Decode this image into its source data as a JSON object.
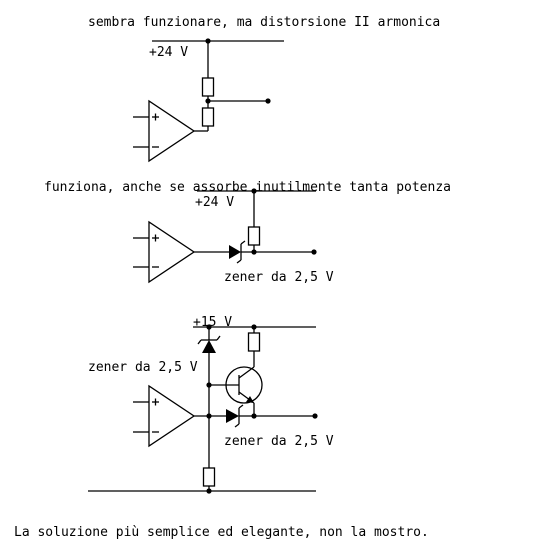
{
  "captions": {
    "c1": "sembra funzionare, ma distorsione II armonica",
    "c2": "funziona, anche se assorbe inutilmente tanta potenza",
    "c3": "La soluzione più semplice ed elegante, non la mostro."
  },
  "labels": {
    "v1": "+24 V",
    "v2": "+24 V",
    "v3": "+15 V",
    "z2": "zener da 2,5 V",
    "z3a": "zener da 2,5 V",
    "z3b": "zener da 2,5 V"
  },
  "opamp": {
    "plus": "+",
    "minus": "−"
  }
}
